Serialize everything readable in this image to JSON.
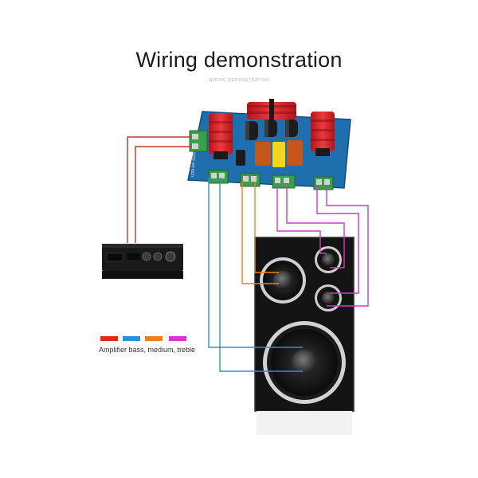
{
  "title": "Wiring demonstration",
  "subtitle": "WIRING DEMONSTRATION",
  "board": {
    "silkscreen": "LDD-HF-3202"
  },
  "legend": {
    "label": "Amplifier bass, medium, treble",
    "colors": {
      "red": "#e8232a",
      "blue": "#2d8fd8",
      "orange": "#e8821e",
      "magenta": "#d535c8"
    }
  },
  "colors": {
    "board": "#1f6fae",
    "terminal": "#3a9e4a",
    "speaker_cabinet": "#141414",
    "amplifier": "#1a1a1a"
  }
}
